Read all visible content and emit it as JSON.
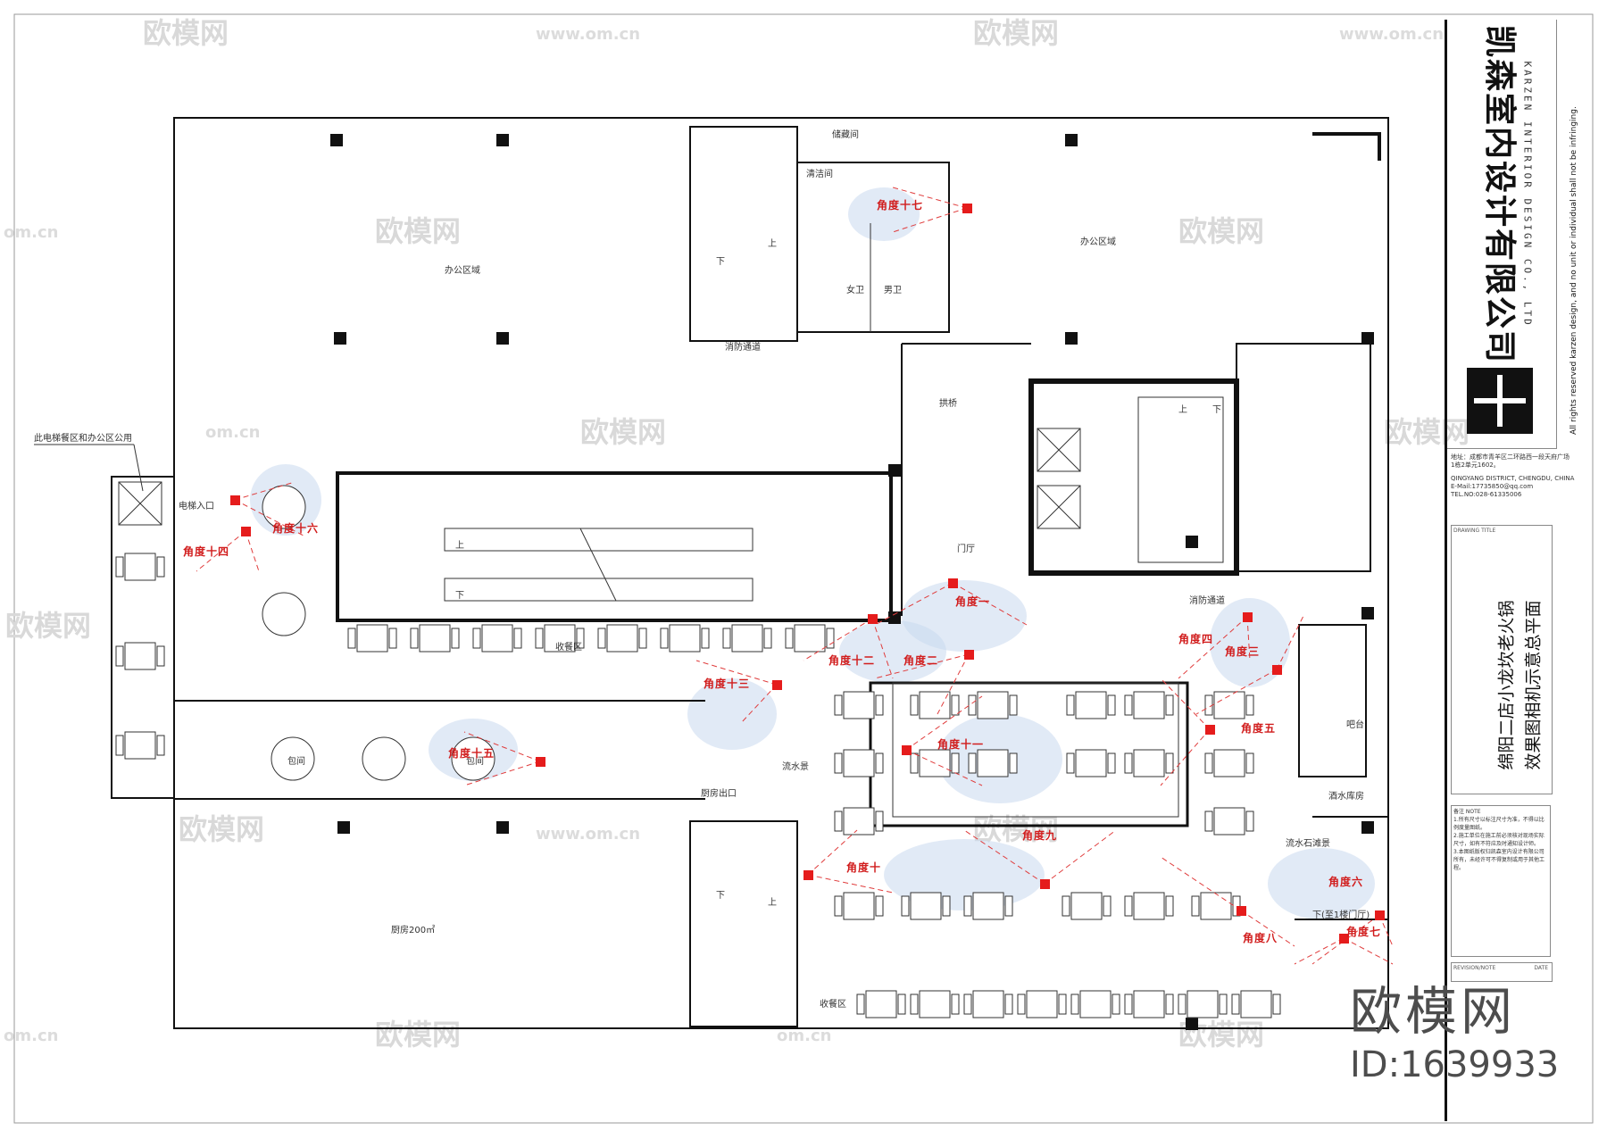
{
  "rooms": {
    "office_left": "办公区域",
    "office_right": "办公区域",
    "storage": "储藏间",
    "cleaning": "清洁间",
    "womens": "女卫",
    "mens": "男卫",
    "fire_passage_top": "消防通道",
    "fire_passage_right": "消防通道",
    "bridge": "拱桥",
    "lobby": "门厅",
    "elevator_shared": "此电梯餐区和办公区公用",
    "elevator_entry": "电梯入口",
    "collect_area_top": "收餐区",
    "collect_area_bottom": "收餐区",
    "kitchen_exit": "厨房出口",
    "water_scene": "流水景",
    "kitchen": "厨房200㎡",
    "bar": "吧台",
    "wine_room": "酒水库房",
    "downstairs": "下(至1楼门厅)",
    "water_feature": "流水石滩景",
    "private_room_1": "包间",
    "private_room_2": "包间"
  },
  "stairs": {
    "up": "上",
    "down": "下"
  },
  "camera_angles": [
    "角度一",
    "角度二",
    "角度三",
    "角度四",
    "角度五",
    "角度六",
    "角度七",
    "角度八",
    "角度九",
    "角度十",
    "角度十一",
    "角度十二",
    "角度十三",
    "角度十四",
    "角度十五",
    "角度十六",
    "角度十七"
  ],
  "title_block": {
    "company_cn": "凯森室内设计有限公司",
    "company_en": "KARZEN INTERIOR DESIGN CO., LTD",
    "rights": "All rights reserved karzen design, and no unit or individual shall not be infringing.",
    "address_cn": "地址：成都市青羊区二环路西一段天府广场",
    "address_line2": "1栋2单元1602。",
    "district_en": "QINGYANG DISTRICT, CHENGDU, CHINA",
    "email": "E-Mail:17735850@qq.com",
    "tel": "TEL.NO:028-61335006",
    "drawing_title_label": "DRAWING TITLE",
    "drawing_title_1": "绵阳二店小龙坎老火锅",
    "drawing_title_2": "效果图相机示意总平面",
    "note_label": "备注 NOTE",
    "note_1": "1.所有尺寸以标注尺寸为准，不得以比例度量图纸。",
    "note_2": "2.施工单位在施工前必须核对现场实际尺寸，如有不符应及时通知设计师。",
    "note_3": "3.本图纸版权归凯森室内设计有限公司所有，未经许可不得复制或用于其他工程。",
    "revision_label": "REVISION/NOTE",
    "date_label": "DATE"
  },
  "watermark": {
    "brand": "欧模网",
    "url": "www.om.cn",
    "url_short": "om.cn",
    "id_text": "ID:1639933"
  },
  "colors": {
    "camera": "#e51c1c",
    "wall": "#111111",
    "glow": "#c9d8ef"
  }
}
